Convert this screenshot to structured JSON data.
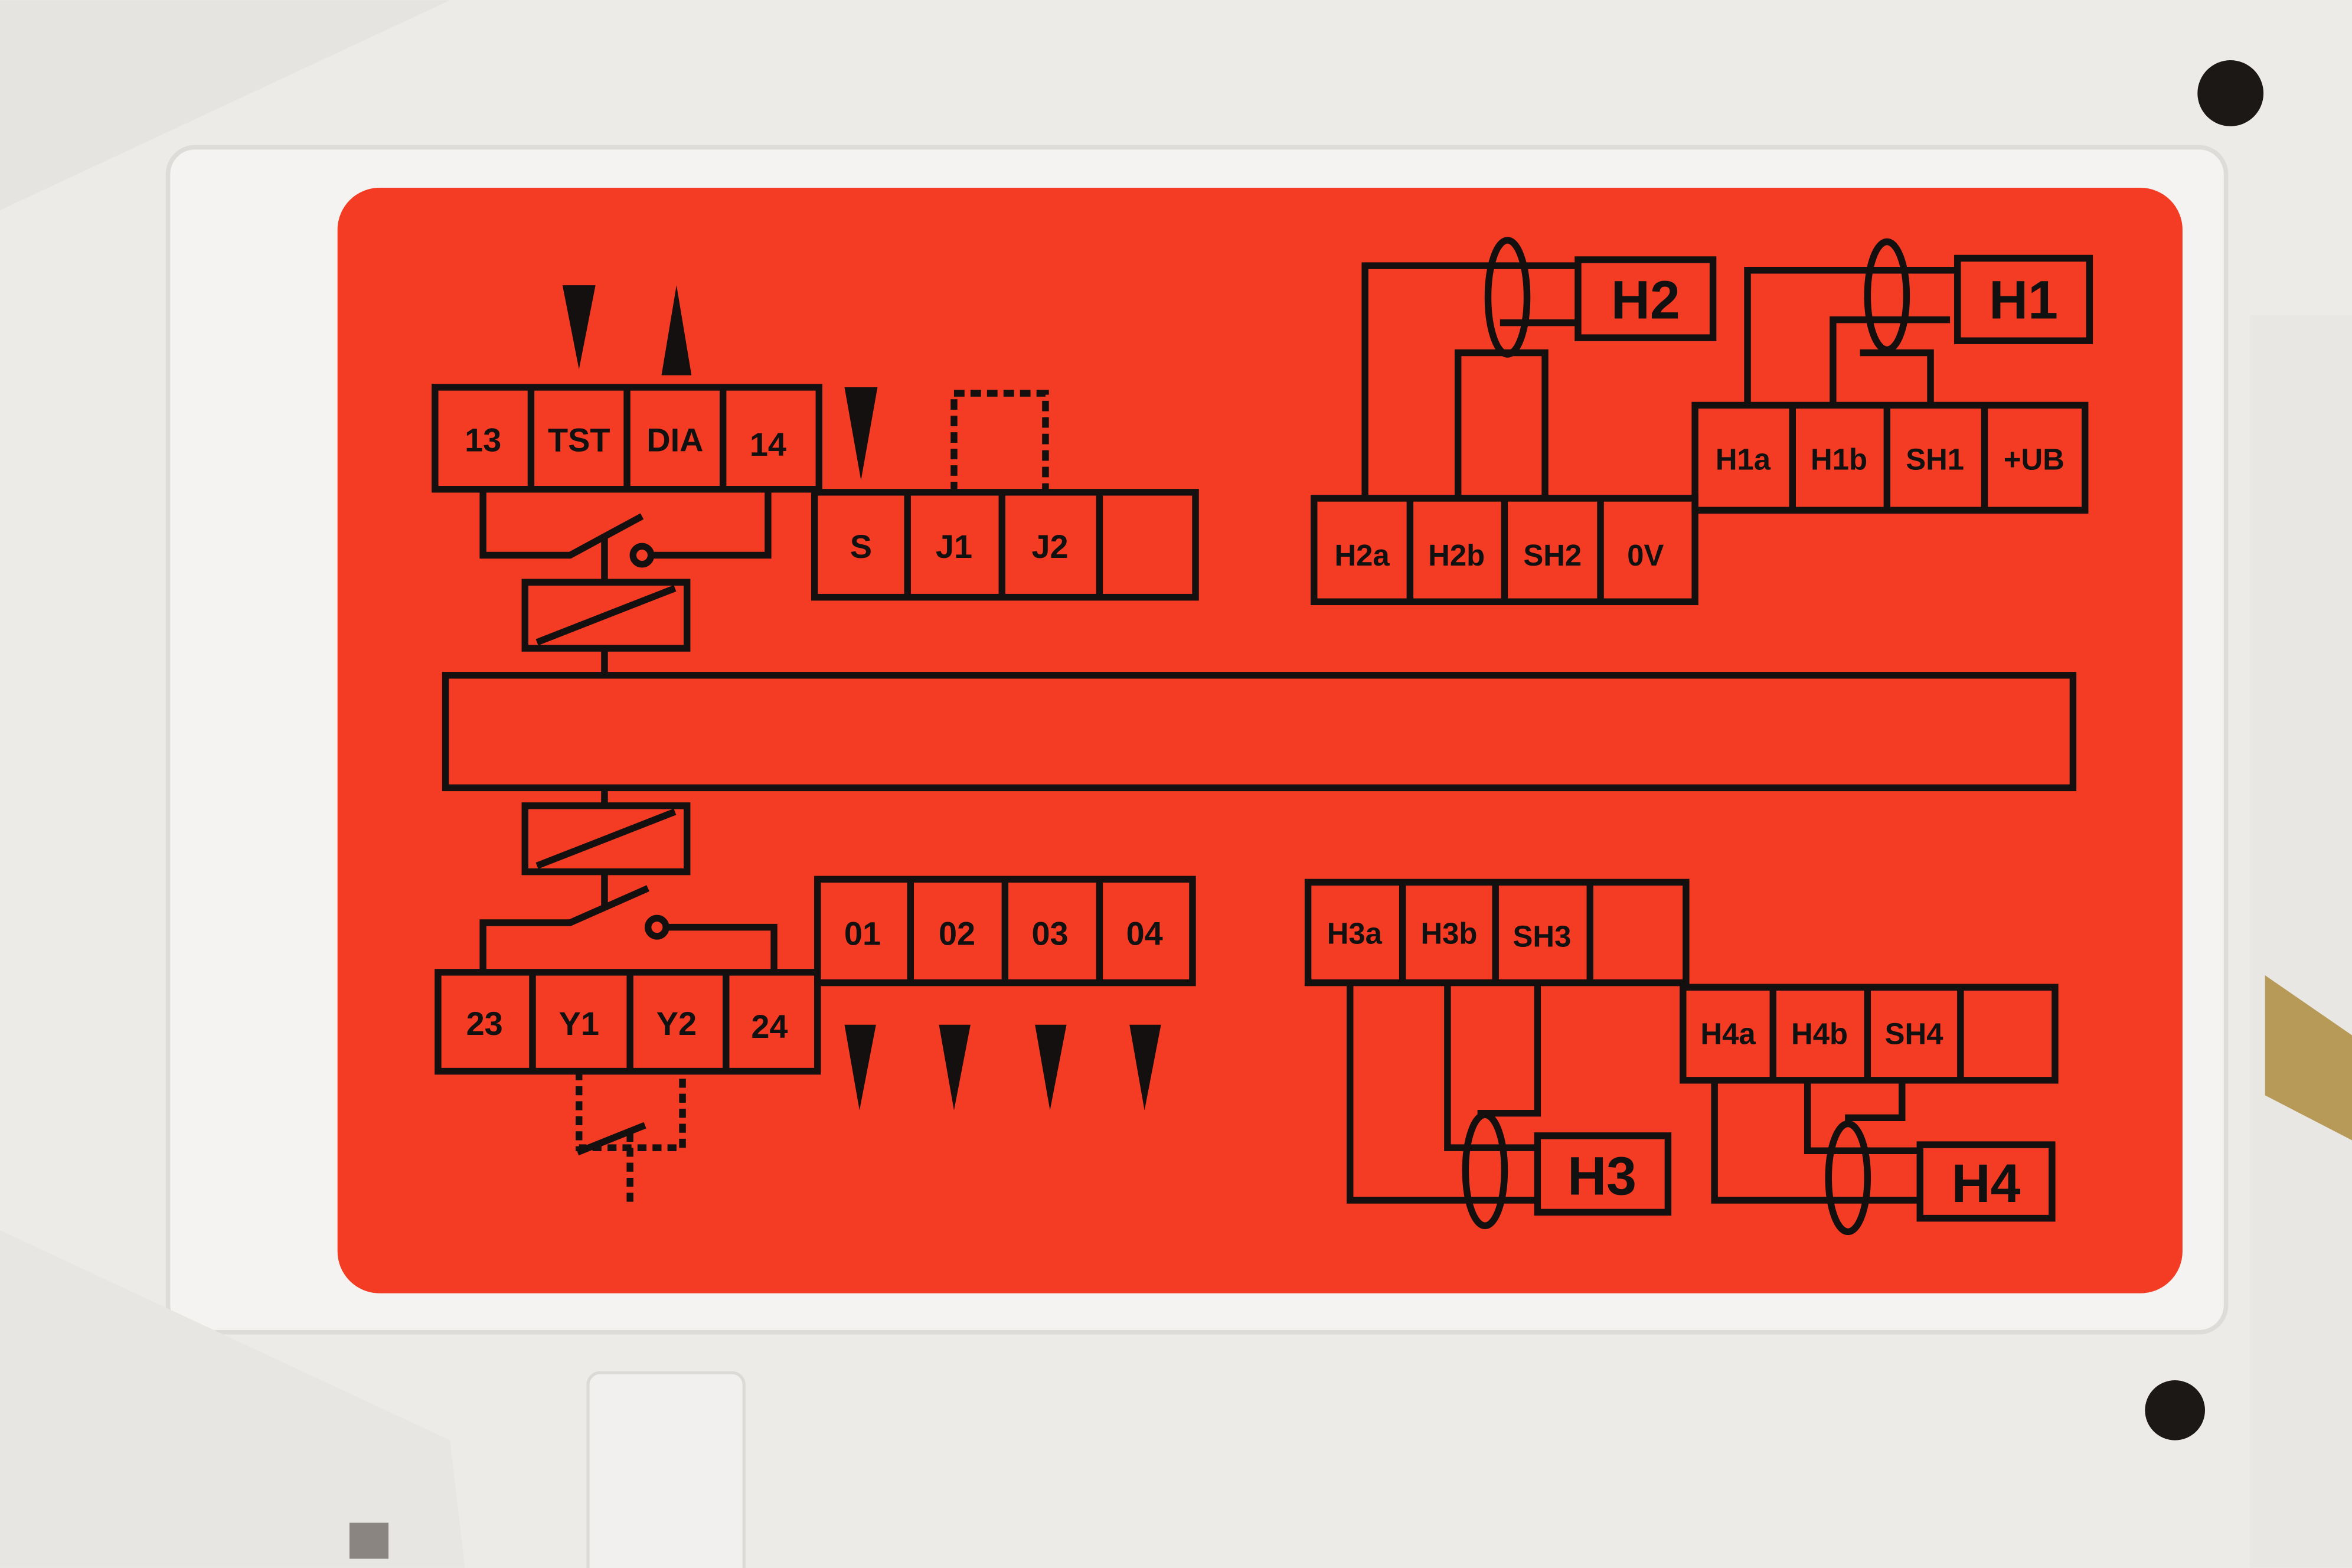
{
  "colors": {
    "label_red": "#f43b23",
    "ink": "#141010",
    "housing": "#efedea"
  },
  "label": {
    "top_left_terminals": [
      "13",
      "TST",
      "DIA",
      "14"
    ],
    "top_mid_terminals": [
      "S",
      "J1",
      "J2",
      ""
    ],
    "bottom_mid_terminals": [
      "01",
      "02",
      "03",
      "04"
    ],
    "bottom_left_terminals": [
      "23",
      "Y1",
      "Y2",
      "24"
    ],
    "h2_terminals": [
      "H2a",
      "H2b",
      "SH2",
      "0V"
    ],
    "h1_terminals": [
      "H1a",
      "H1b",
      "SH1",
      "+UB"
    ],
    "h3_terminals": [
      "H3a",
      "H3b",
      "SH3",
      ""
    ],
    "h4_terminals": [
      "H4a",
      "H4b",
      "SH4",
      ""
    ],
    "sensors": {
      "h1": "H1",
      "h2": "H2",
      "h3": "H3",
      "h4": "H4"
    }
  }
}
